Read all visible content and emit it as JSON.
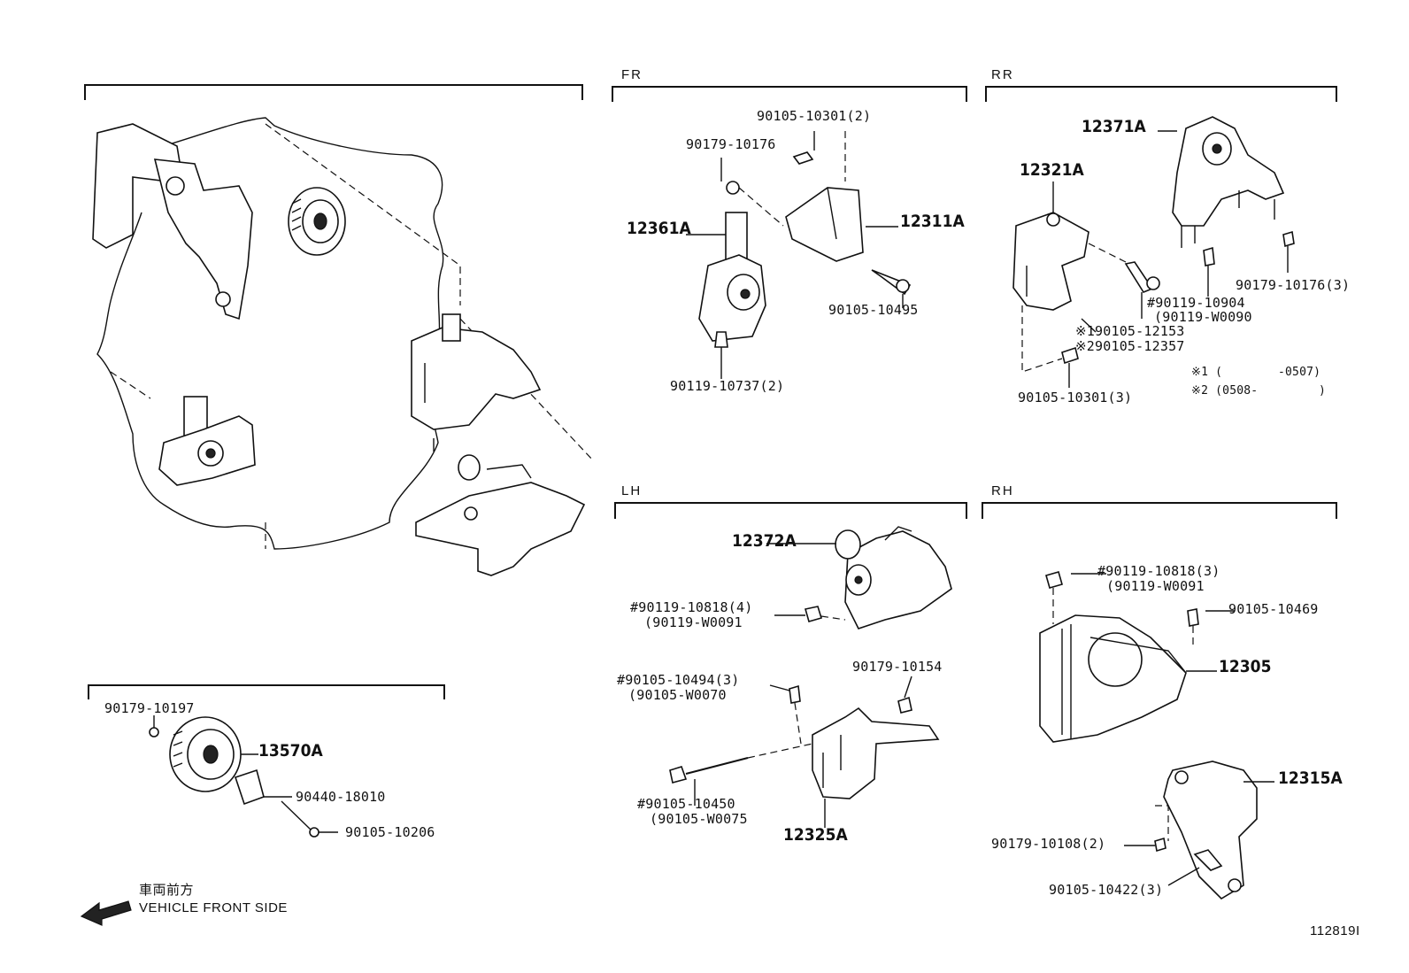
{
  "sections": {
    "fr": "FR",
    "rr": "RR",
    "lh": "LH",
    "rh": "RH"
  },
  "overview": {
    "direction_jp": "車両前方",
    "direction_en": "VEHICLE FRONT SIDE"
  },
  "pulley_group": {
    "nut": "90179-10197",
    "pulley": "13570A",
    "collar": "90440-18010",
    "bolt": "90105-10206"
  },
  "fr_group": {
    "bolt_top": "90105-10301(2)",
    "nut": "90179-10176",
    "insulator": "12361A",
    "bracket": "12311A",
    "bolt_side": "90105-10495",
    "bolt_bottom": "90119-10737(2)"
  },
  "rr_group": {
    "insulator": "12371A",
    "bracket": "12321A",
    "bolt_a": "#90119-10904",
    "bolt_a_alt": "(90119-W0090",
    "note1": "※190105-12153",
    "note2": "※290105-12357",
    "nut": "90179-10176(3)",
    "bolt_bottom": "90105-10301(3)",
    "legend1_mark": "※1 (",
    "legend1_range": "-0507)",
    "legend2_mark": "※2 (0508-",
    "legend2_close": ")"
  },
  "lh_group": {
    "insulator": "12372A",
    "bolt_a": "#90119-10818(4)",
    "bolt_a_alt": "(90119-W0091",
    "bolt_b": "#90105-10494(3)",
    "bolt_b_alt": "(90105-W0070",
    "nut": "90179-10154",
    "bolt_c": "#90105-10450",
    "bolt_c_alt": "(90105-W0075",
    "bracket": "12325A"
  },
  "rh_group": {
    "bolt_a": "#90119-10818(3)",
    "bolt_a_alt": "(90119-W0091",
    "bolt_b": "90105-10469",
    "insulator": "12305",
    "bracket": "12315A",
    "nut": "90179-10108(2)",
    "bolt_c": "90105-10422(3)"
  },
  "figure_id": "112819I"
}
